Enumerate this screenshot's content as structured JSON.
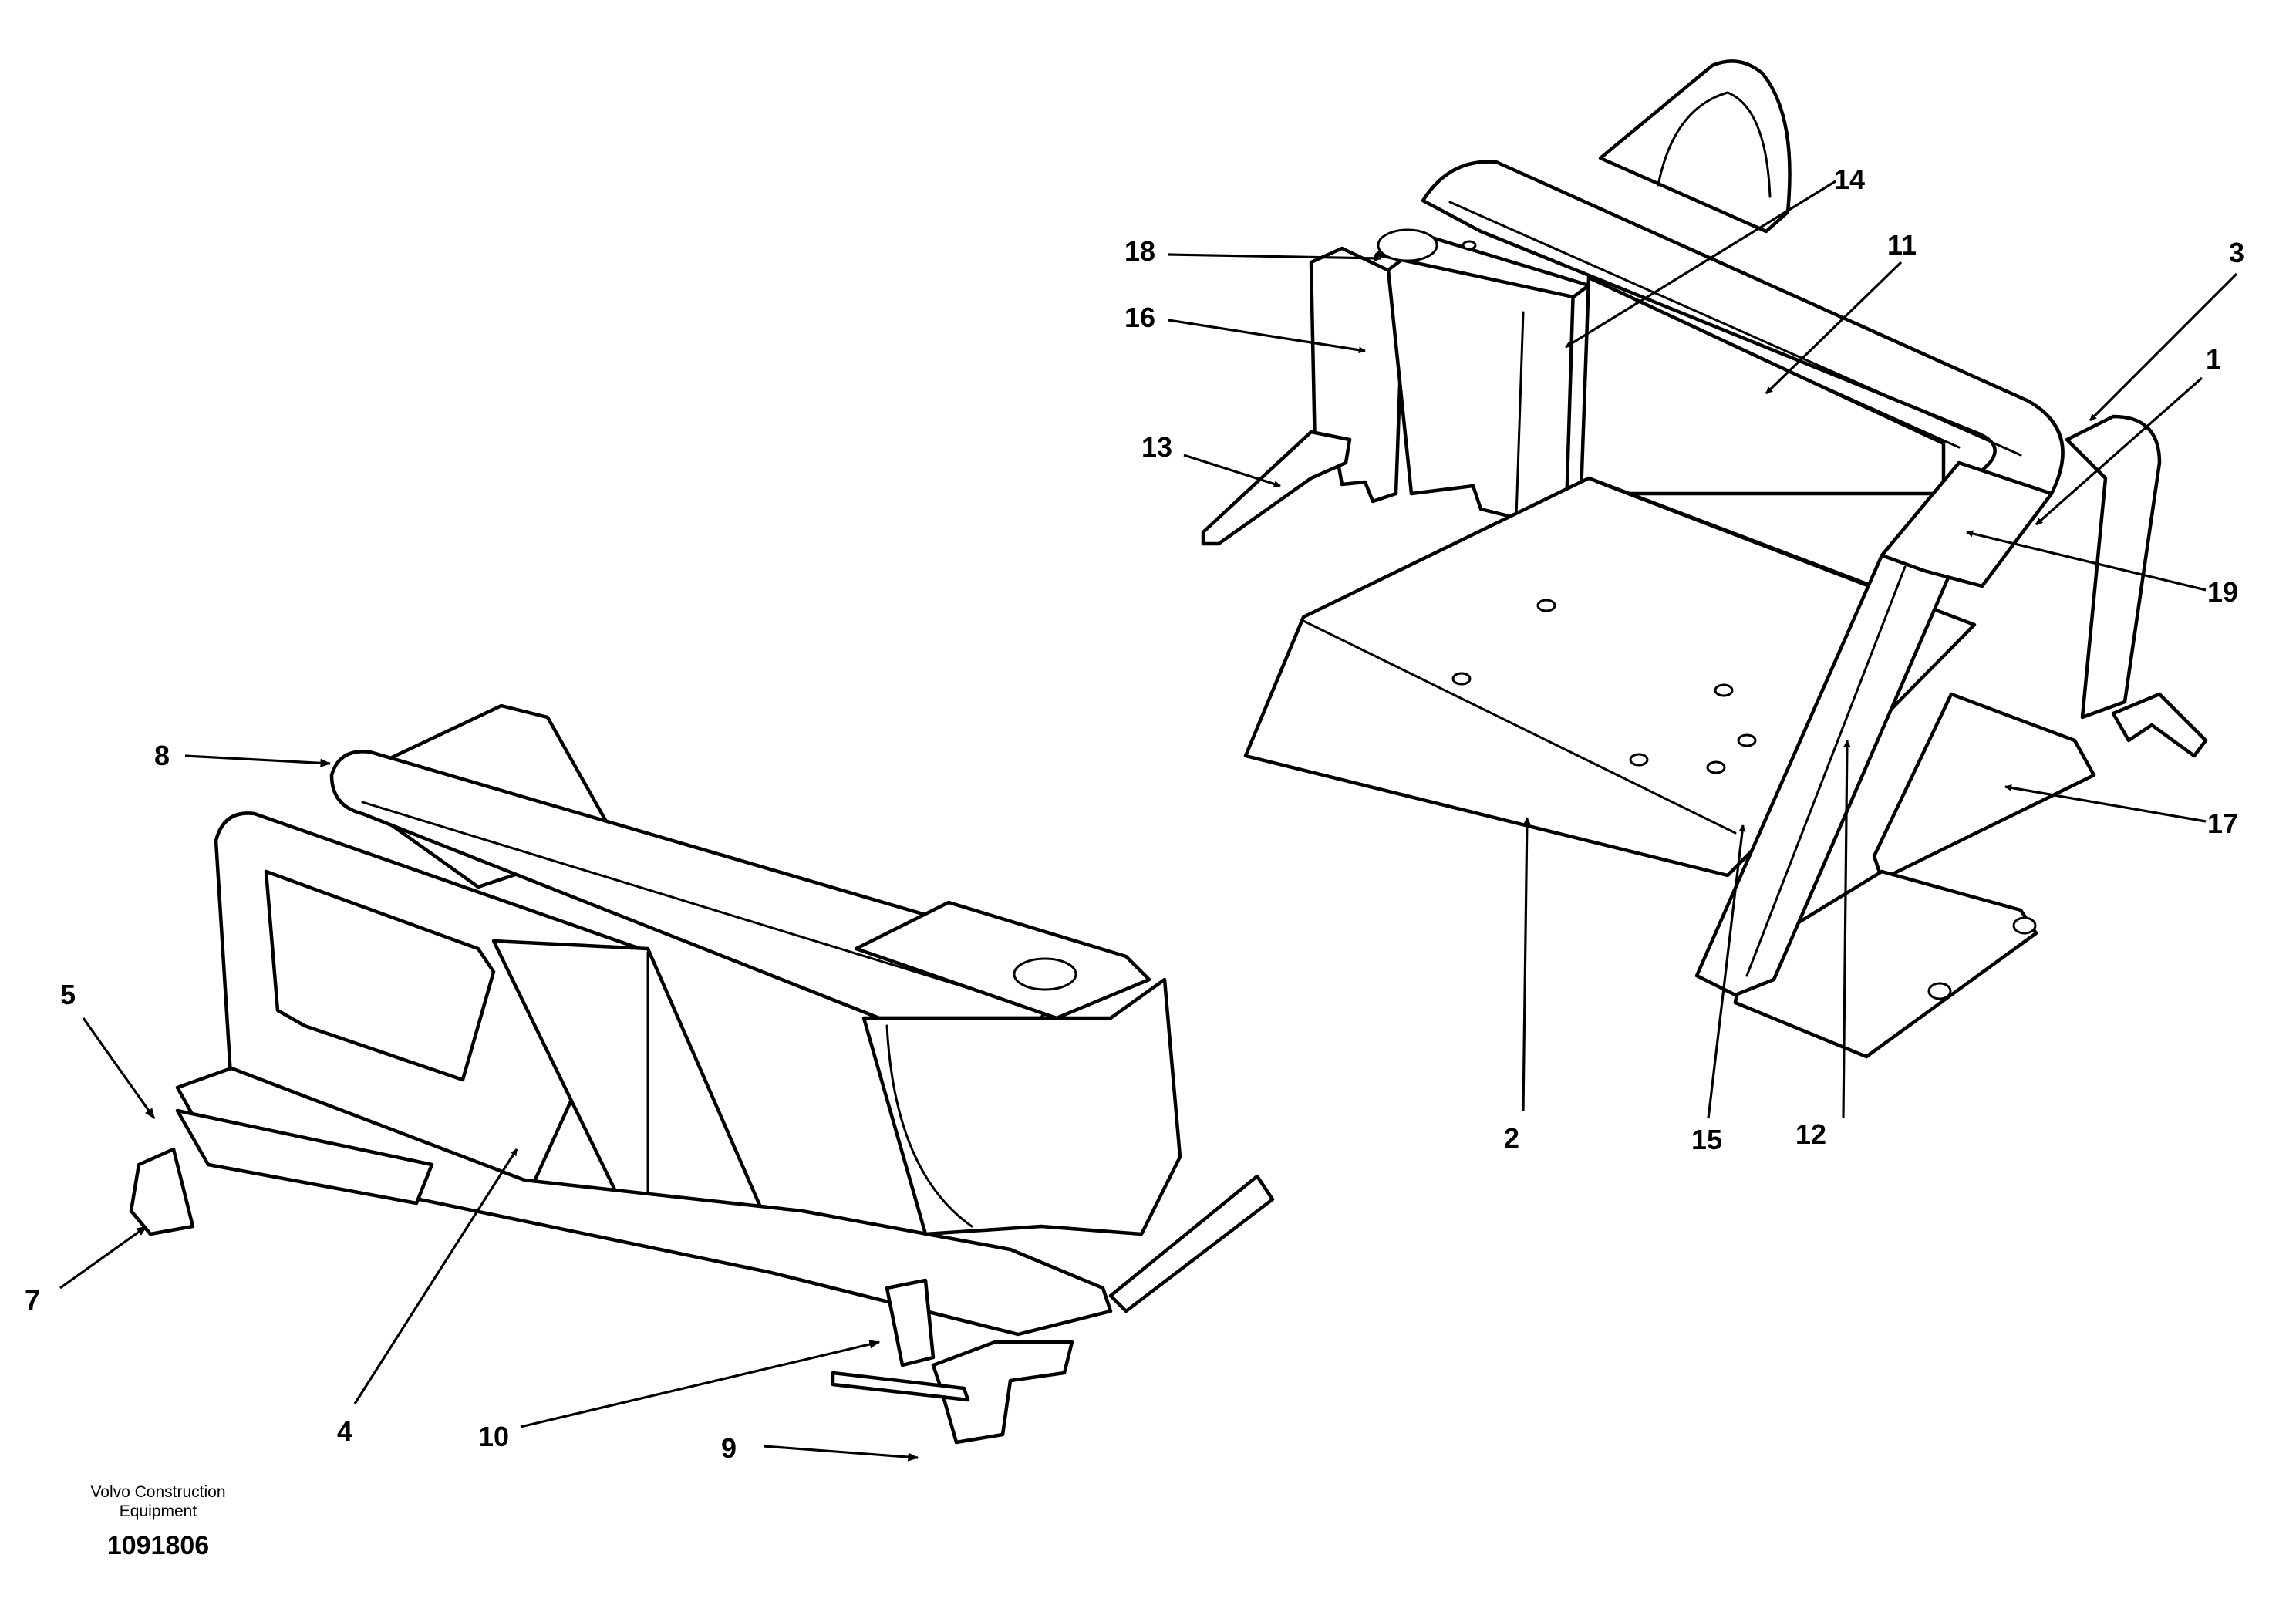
{
  "callouts": [
    "1",
    "2",
    "3",
    "4",
    "5",
    "7",
    "8",
    "9",
    "10",
    "11",
    "12",
    "13",
    "14",
    "15",
    "16",
    "17",
    "18",
    "19"
  ],
  "footer": {
    "organization": "Volvo Construction Equipment",
    "drawing_number": "1091806"
  }
}
